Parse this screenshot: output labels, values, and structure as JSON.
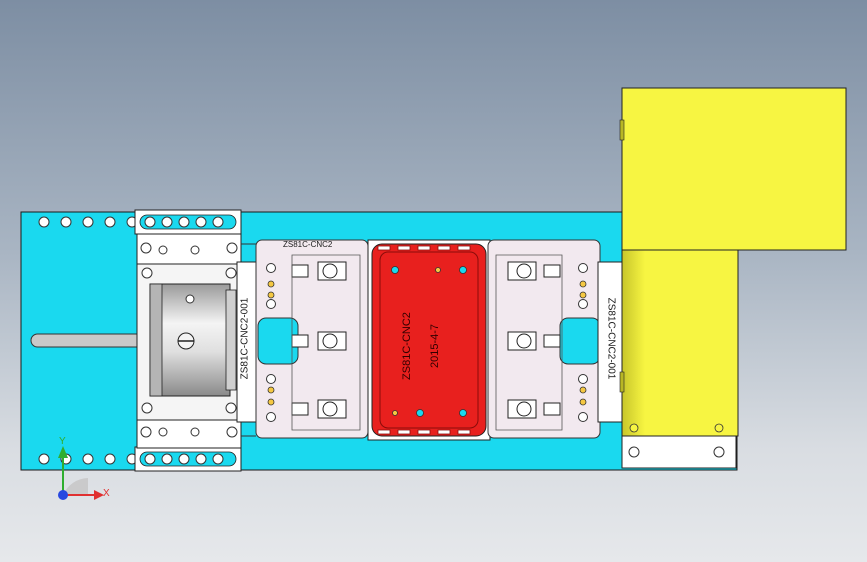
{
  "labels": {
    "part_left": "ZS81C-CNC2-001",
    "part_right": "ZS81C-CNC2-001",
    "plate_top": "ZS81C-CNC2",
    "plate_red_1": "ZS81C-CNC2",
    "plate_red_2": "2015-4-7"
  },
  "axes": {
    "x": "X",
    "y": "Y"
  },
  "colors": {
    "background_top": "#7d8ea3",
    "background_bottom": "#e6e8eb",
    "base_plate": "#1ad9ef",
    "motor_block": "#f7f542",
    "fixture_plate": "#f2e9ef",
    "red_part": "#e8201e",
    "metal": "#e8e8ea"
  }
}
